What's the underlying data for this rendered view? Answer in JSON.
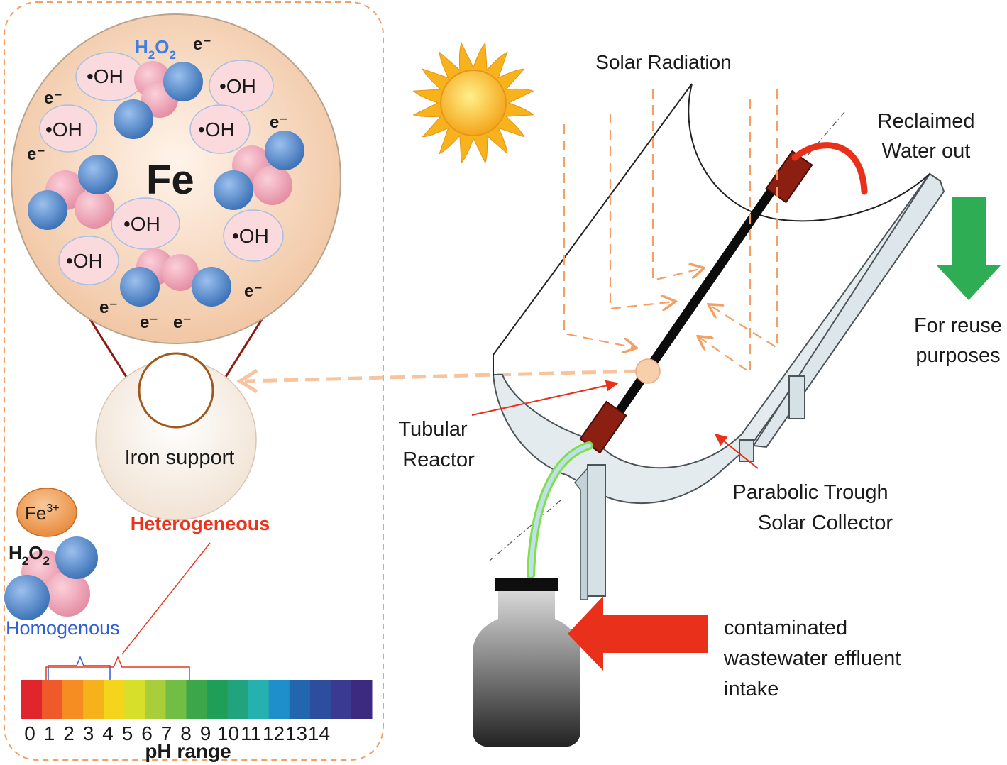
{
  "labels": {
    "h2o2_top": "H2O2",
    "fe": "Fe",
    "oh": "•OH",
    "electron": "e⁻",
    "iron_support": "Iron support",
    "heterogeneous": "Heterogeneous",
    "homogenous": "Homogenous",
    "fe3": "Fe3+",
    "h2o2_left": "H2O2",
    "ph_range": "pH range",
    "solar_radiation": "Solar Radiation",
    "reclaimed_line1": "Reclaimed",
    "reclaimed_line2": "Water out",
    "reuse_line1": "For reuse",
    "reuse_line2": "purposes",
    "tubular_line1": "Tubular",
    "tubular_line2": "Reactor",
    "parabolic_line1": "Parabolic Trough",
    "parabolic_line2": "Solar Collector",
    "intake_line1": "contaminated",
    "intake_line2": "wastewater effluent",
    "intake_line3": "intake"
  },
  "ph_scale": {
    "ticks": [
      "0",
      "1",
      "2",
      "3",
      "4",
      "5",
      "6",
      "7",
      "8",
      "9",
      "10",
      "11",
      "12",
      "13",
      "14"
    ],
    "colors": [
      "#e0262c",
      "#ef5a2b",
      "#f58d23",
      "#f7b11a",
      "#f4d51c",
      "#d8df2a",
      "#a8cf3a",
      "#72be44",
      "#3ca64a",
      "#1f9e57",
      "#21a47e",
      "#25b1b0",
      "#1f8fcb",
      "#2366b0",
      "#2d4d9f",
      "#3b3a93",
      "#3b2a80"
    ],
    "homogeneous_range": [
      1,
      4
    ],
    "heterogeneous_range": [
      1,
      8
    ]
  },
  "colors": {
    "accent_orange": "#f3a064",
    "heterogeneous_red": "#e8361e",
    "homogenous_blue": "#2f5fd6",
    "h2o2_blue": "#3f7ee8",
    "arrow_green": "#2fad55",
    "arrow_red": "#e8301a",
    "molecule_blue": "#5a8fd0",
    "molecule_pink": "#f2a8b8"
  },
  "icons": {
    "sun": "sun-icon",
    "flask": "container-icon",
    "down_arrow": "down-arrow-icon",
    "left_arrow": "left-arrow-icon"
  }
}
